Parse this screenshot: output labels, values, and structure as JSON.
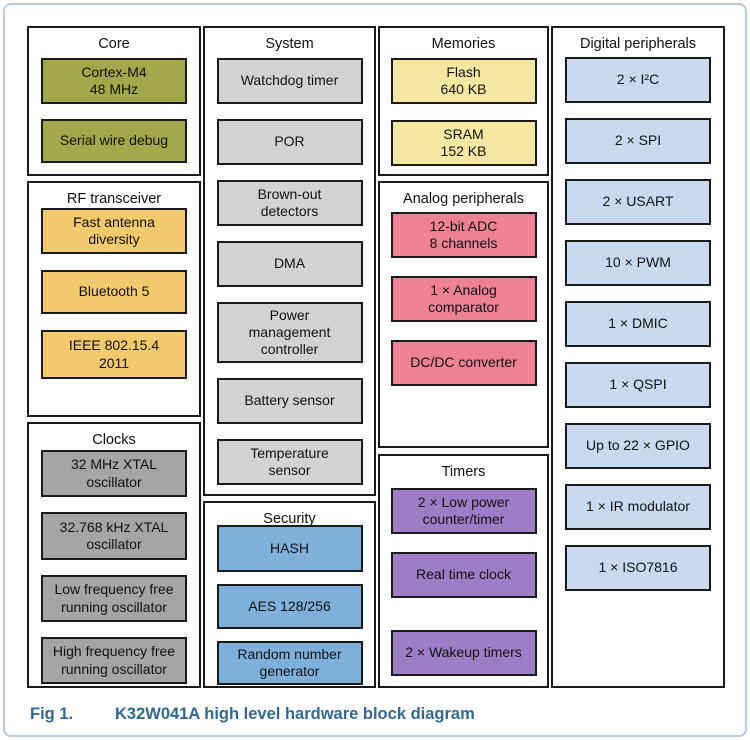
{
  "caption": {
    "label": "Fig 1.",
    "title": "K32W041A high level hardware block diagram"
  },
  "theme": {
    "frame_border": "#b5cbdf",
    "line_color": "#1a1a1a",
    "caption_color": "#33688f"
  },
  "diagram": {
    "columns": [
      {
        "sections": [
          {
            "id": "core",
            "title": "Core",
            "color": "#a2a84b",
            "blocks": [
              "Cortex-M4\n48 MHz",
              "Serial wire debug"
            ]
          },
          {
            "id": "rf",
            "title": "RF transceiver",
            "color": "#f3c96d",
            "blocks": [
              "Fast antenna\ndiversity",
              "Bluetooth 5",
              "IEEE 802.15.4\n2011"
            ]
          },
          {
            "id": "clocks",
            "title": "Clocks",
            "color": "#a5a5a5",
            "blocks": [
              "32 MHz XTAL\noscillator",
              "32.768 kHz XTAL\noscillator",
              "Low frequency free\nrunning oscillator",
              "High frequency free\nrunning oscillator"
            ]
          }
        ]
      },
      {
        "sections": [
          {
            "id": "system",
            "title": "System",
            "color": "#d3d3d3",
            "blocks": [
              "Watchdog timer",
              "POR",
              "Brown-out\ndetectors",
              "DMA",
              "Power\nmanagement\ncontroller",
              "Battery sensor",
              "Temperature\nsensor"
            ]
          },
          {
            "id": "security",
            "title": "Security",
            "color": "#7fb0dc",
            "blocks": [
              "HASH",
              "AES 128/256",
              "Random number\ngenerator"
            ]
          }
        ]
      },
      {
        "sections": [
          {
            "id": "memories",
            "title": "Memories",
            "color": "#f6e8a3",
            "blocks": [
              "Flash\n640 KB",
              "SRAM\n152 KB"
            ]
          },
          {
            "id": "analog",
            "title": "Analog peripherals",
            "color": "#ee8294",
            "blocks": [
              "12-bit ADC\n8 channels",
              "1 × Analog\ncomparator",
              "DC/DC converter"
            ]
          },
          {
            "id": "timers",
            "title": "Timers",
            "color": "#9d7ec6",
            "blocks": [
              "2 × Low power\ncounter/timer",
              "Real time clock",
              "2 × Wakeup timers"
            ]
          }
        ]
      },
      {
        "sections": [
          {
            "id": "digital",
            "title": "Digital peripherals",
            "color": "#c9daf0",
            "blocks": [
              "2 × I²C",
              "2 × SPI",
              "2 × USART",
              "10 × PWM",
              "1 × DMIC",
              "1 × QSPI",
              "Up to 22 × GPIO",
              "1 × IR modulator",
              "1 × ISO7816"
            ]
          }
        ]
      }
    ]
  }
}
